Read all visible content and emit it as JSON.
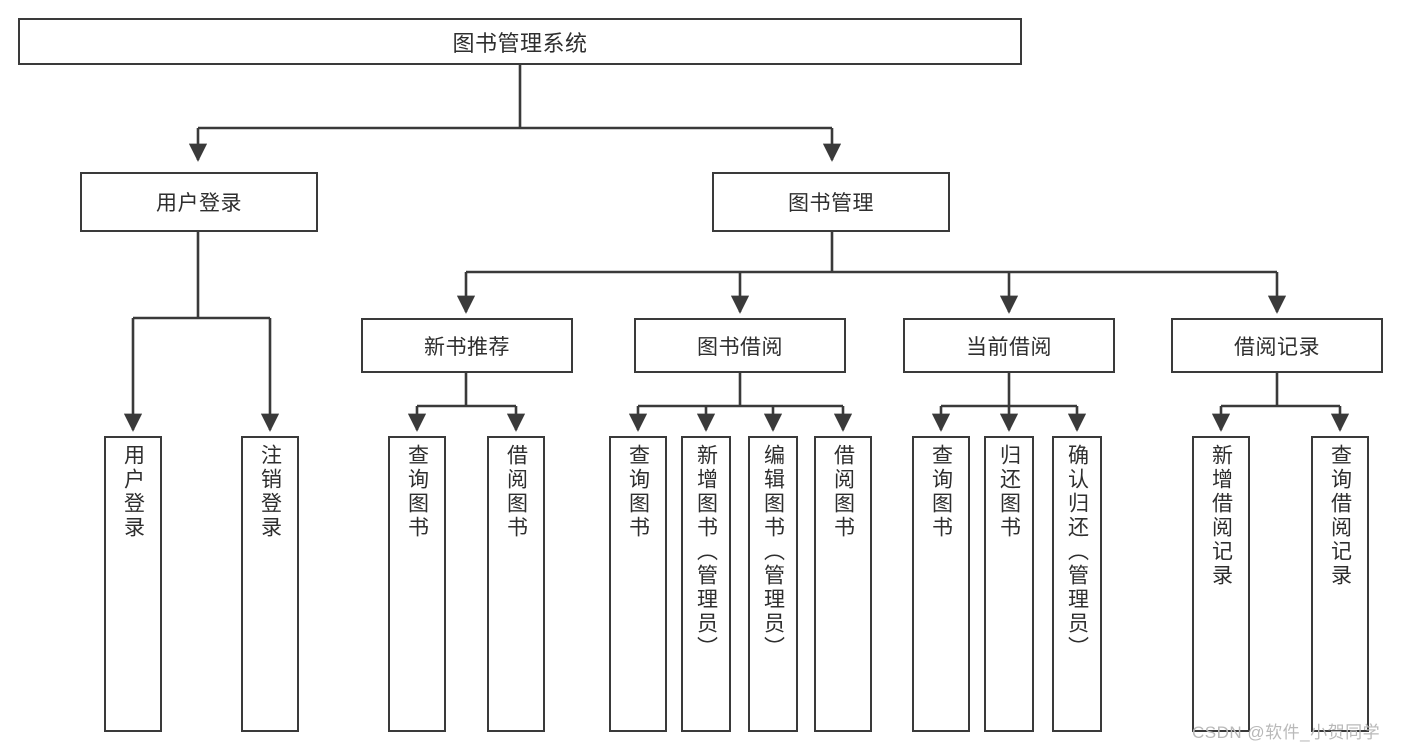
{
  "diagram": {
    "type": "hierarchy-tree",
    "title": "图书管理系统",
    "root": {
      "label": "图书管理系统"
    },
    "level1": [
      {
        "label": "用户登录"
      },
      {
        "label": "图书管理"
      }
    ],
    "level2": [
      {
        "label": "新书推荐"
      },
      {
        "label": "图书借阅"
      },
      {
        "label": "当前借阅"
      },
      {
        "label": "借阅记录"
      }
    ],
    "leaves": {
      "user_login": [
        {
          "label": "用户登录"
        },
        {
          "label": "注销登录"
        }
      ],
      "new_book_recommend": [
        {
          "label": "查询图书"
        },
        {
          "label": "借阅图书"
        }
      ],
      "book_borrow": [
        {
          "label": "查询图书"
        },
        {
          "label": "新增图书（管理员）"
        },
        {
          "label": "编辑图书（管理员）"
        },
        {
          "label": "借阅图书"
        }
      ],
      "current_borrow": [
        {
          "label": "查询图书"
        },
        {
          "label": "归还图书"
        },
        {
          "label": "确认归还（管理员）"
        }
      ],
      "borrow_record": [
        {
          "label": "新增借阅记录"
        },
        {
          "label": "查询借阅记录"
        }
      ]
    }
  },
  "watermark": {
    "text": "CSDN @软件_小贺同学"
  },
  "colors": {
    "box_border": "#3a3a3a",
    "box_fill": "#ffffff",
    "text": "#2e2e2e",
    "connector": "#3a3a3a",
    "watermark": "#b9b9b9",
    "background": "#ffffff"
  }
}
